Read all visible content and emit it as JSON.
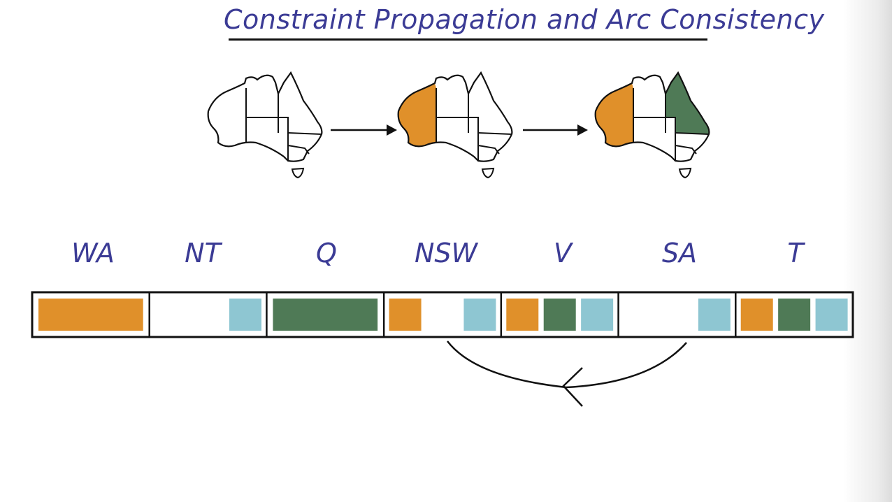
{
  "title": "Constraint Propagation and Arc Consistency",
  "colors": {
    "orange": "#e0902a",
    "green": "#4f7a56",
    "blue": "#8ec6d2",
    "ink": "#3b3b95"
  },
  "maps": [
    {
      "filled": []
    },
    {
      "filled": [
        {
          "region": "WA",
          "color": "orange"
        }
      ]
    },
    {
      "filled": [
        {
          "region": "WA",
          "color": "orange"
        },
        {
          "region": "Q",
          "color": "green"
        }
      ]
    }
  ],
  "variables": [
    {
      "name": "WA",
      "domain": [
        "orange"
      ]
    },
    {
      "name": "NT",
      "domain": [
        "blue"
      ]
    },
    {
      "name": "Q",
      "domain": [
        "green"
      ]
    },
    {
      "name": "NSW",
      "domain": [
        "orange",
        "blue"
      ]
    },
    {
      "name": "V",
      "domain": [
        "orange",
        "green",
        "blue"
      ]
    },
    {
      "name": "SA",
      "domain": [
        "blue"
      ]
    },
    {
      "name": "T",
      "domain": [
        "orange",
        "green",
        "blue"
      ]
    }
  ]
}
